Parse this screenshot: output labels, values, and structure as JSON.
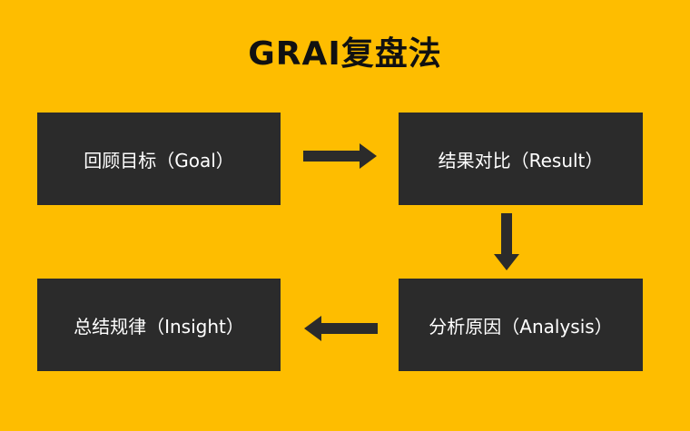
{
  "title": "GRAI复盘法",
  "steps": [
    {
      "label": "回顾目标（Goal）"
    },
    {
      "label": "结果对比（Result）"
    },
    {
      "label": "分析原因（Analysis）"
    },
    {
      "label": "总结规律（Insight）"
    }
  ],
  "colors": {
    "background": "#FEBD00",
    "box": "#2B2B2B",
    "box_text": "#FFFFFF",
    "arrow": "#2B2B2B",
    "title": "#111111"
  }
}
